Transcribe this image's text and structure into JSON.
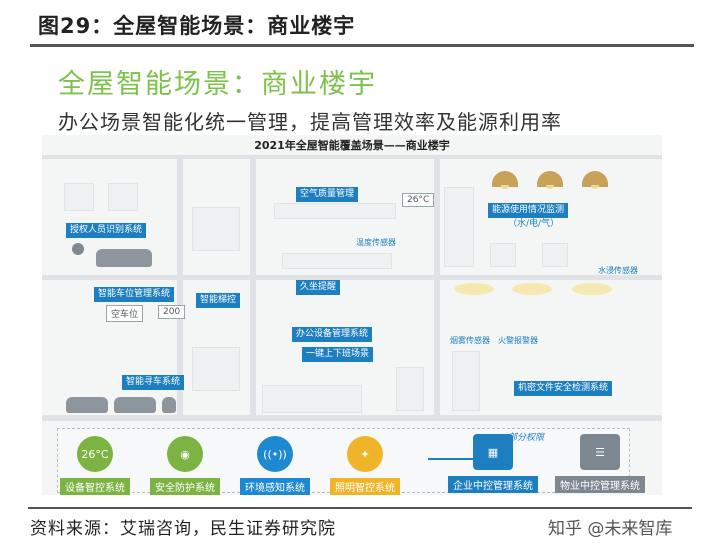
{
  "figure_title": "图29：全屋智能场景：商业楼宇",
  "main_heading": "全屋智能场景：商业楼宇",
  "sub_heading": "办公场景智能化统一管理，提高管理效率及能源利用率",
  "illustration": {
    "title": "2021年全屋智能覆盖场景——商业楼宇",
    "labels": {
      "face_id": "授权人员识别系统",
      "parking_mgmt": "智能车位管理系统",
      "parking_sign": "空车位",
      "parking_count": "200",
      "car_search": "智能寻车系统",
      "elevator": "智能梯控",
      "air_quality": "空气质量管理",
      "temp_humidity": "温度传感器",
      "temp_value": "26°C",
      "long_sit": "久坐提醒",
      "office_equip": "办公设备管理系统",
      "one_key": "一键上下班场景",
      "energy_monitor": "能源使用情况监测",
      "energy_sub": "（水/电/气）",
      "water_sensor": "水浸传感器",
      "smoke_sensor": "烟雾传感器",
      "fire_sensor": "火警报警器",
      "doc_security": "机密文件安全检测系统"
    },
    "bottom_systems": [
      {
        "label": "设备智控系统",
        "color": "#7cb342",
        "icon": "thermostat-icon",
        "glyph": "26°C"
      },
      {
        "label": "安全防护系统",
        "color": "#7cb342",
        "icon": "camera-icon",
        "glyph": "◉"
      },
      {
        "label": "环境感知系统",
        "color": "#1e88d0",
        "icon": "sensor-wave-icon",
        "glyph": "((•))"
      },
      {
        "label": "照明智控系统",
        "color": "#f0b429",
        "icon": "lightbulb-icon",
        "glyph": "✦"
      }
    ],
    "link_label": "部分权限",
    "control_systems": [
      {
        "label": "企业中控管理系统",
        "color": "#1e7fc0",
        "icon": "monitor-chart-icon"
      },
      {
        "label": "物业中控管理系统",
        "color": "#7d8790",
        "icon": "guard-panel-icon"
      }
    ]
  },
  "source": "资料来源：艾瑞咨询，民生证券研究院",
  "watermark": "知乎 @未来智库"
}
